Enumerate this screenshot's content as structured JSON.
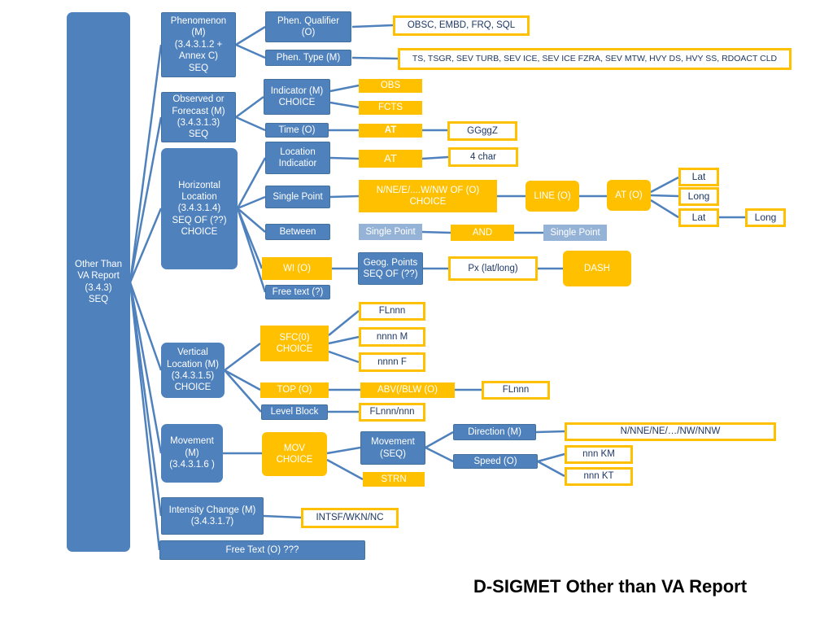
{
  "title": "D-SIGMET Other than VA Report",
  "nodes": {
    "root": [
      "Other Than",
      "VA Report",
      "(3.4.3)",
      "SEQ"
    ],
    "phenomenon": [
      "Phenomenon",
      "(M)",
      "(3.4.3.1.2 +",
      "Annex C)",
      "SEQ"
    ],
    "phen_qualifier": [
      "Phen. Qualifier",
      "(O)"
    ],
    "phen_qualifier_values": [
      "OBSC, EMBD, FRQ, SQL"
    ],
    "phen_type": [
      "Phen. Type (M)"
    ],
    "phen_type_values": [
      "TS, TSGR, SEV TURB, SEV ICE, SEV ICE FZRA, SEV MTW, HVY DS, HVY SS, RDOACT CLD"
    ],
    "obs_fcst": [
      "Observed or",
      "Forecast (M)",
      "(3.4.3.1.3)",
      "SEQ"
    ],
    "indicator": [
      "Indicator (M)",
      "CHOICE"
    ],
    "obs": [
      "OBS"
    ],
    "fcts": [
      "FCTS"
    ],
    "time": [
      "Time (O)"
    ],
    "time_at": [
      "AT"
    ],
    "time_format": [
      "GGggZ"
    ],
    "horizontal": [
      "Horizontal",
      "Location",
      "(3.4.3.1.4)",
      "SEQ OF (??)",
      "CHOICE"
    ],
    "location_indicator": [
      "Location",
      "Indicatior"
    ],
    "loc_at": [
      "AT"
    ],
    "loc_format": [
      "4 char"
    ],
    "single_point": [
      "Single Point"
    ],
    "sp_dir": [
      "N/NE/E/....W/NW  OF (O)",
      "CHOICE"
    ],
    "sp_line": [
      "LINE (O)"
    ],
    "sp_at": [
      "AT (O)"
    ],
    "lat1": [
      "Lat"
    ],
    "long1": [
      "Long"
    ],
    "lat2": [
      "Lat"
    ],
    "long2": [
      "Long"
    ],
    "between": [
      "Between"
    ],
    "between_sp1": [
      "Single Point"
    ],
    "between_and": [
      "AND"
    ],
    "between_sp2": [
      "Single Point"
    ],
    "wi": [
      "WI (O)"
    ],
    "geog": [
      "Geog. Points",
      "SEQ OF (??)"
    ],
    "px": [
      "Px (lat/long)"
    ],
    "dash": [
      "DASH"
    ],
    "free_text_h": [
      "Free text (?)"
    ],
    "vertical": [
      "Vertical",
      "Location (M)",
      "(3.4.3.1.5)",
      "CHOICE"
    ],
    "sfc": [
      "SFC(0)",
      "CHOICE"
    ],
    "flnnn1": [
      "FLnnn"
    ],
    "nnnn_m": [
      "nnnn M"
    ],
    "nnnn_f": [
      "nnnn F"
    ],
    "top": [
      "TOP (O)"
    ],
    "abv": [
      "ABV(/BLW (O)"
    ],
    "flnnn2": [
      "FLnnn"
    ],
    "level_block": [
      "Level Block"
    ],
    "flnnn_nnn": [
      "FLnnn/nnn"
    ],
    "movement": [
      "Movement",
      "(M)",
      "(3.4.3.1.6 )"
    ],
    "mov": [
      "MOV",
      "CHOICE"
    ],
    "movement_seq": [
      "Movement",
      "(SEQ)"
    ],
    "strn": [
      "STRN"
    ],
    "direction": [
      "Direction (M)"
    ],
    "direction_values": [
      "N/NNE/NE/…/NW/NNW"
    ],
    "speed": [
      "Speed (O)"
    ],
    "nnn_km": [
      "nnn KM"
    ],
    "nnn_kt": [
      "nnn KT"
    ],
    "intensity": [
      "Intensity Change (M)",
      "(3.4.3.1.7)"
    ],
    "intensity_values": [
      "INTSF/WKN/NC"
    ],
    "free_text_root": [
      "Free Text (O) ???"
    ]
  },
  "colors": {
    "blue": "#4f81bd",
    "orange": "#ffc000",
    "light_blue": "#95b3d7",
    "connector": "#4f81bd"
  }
}
